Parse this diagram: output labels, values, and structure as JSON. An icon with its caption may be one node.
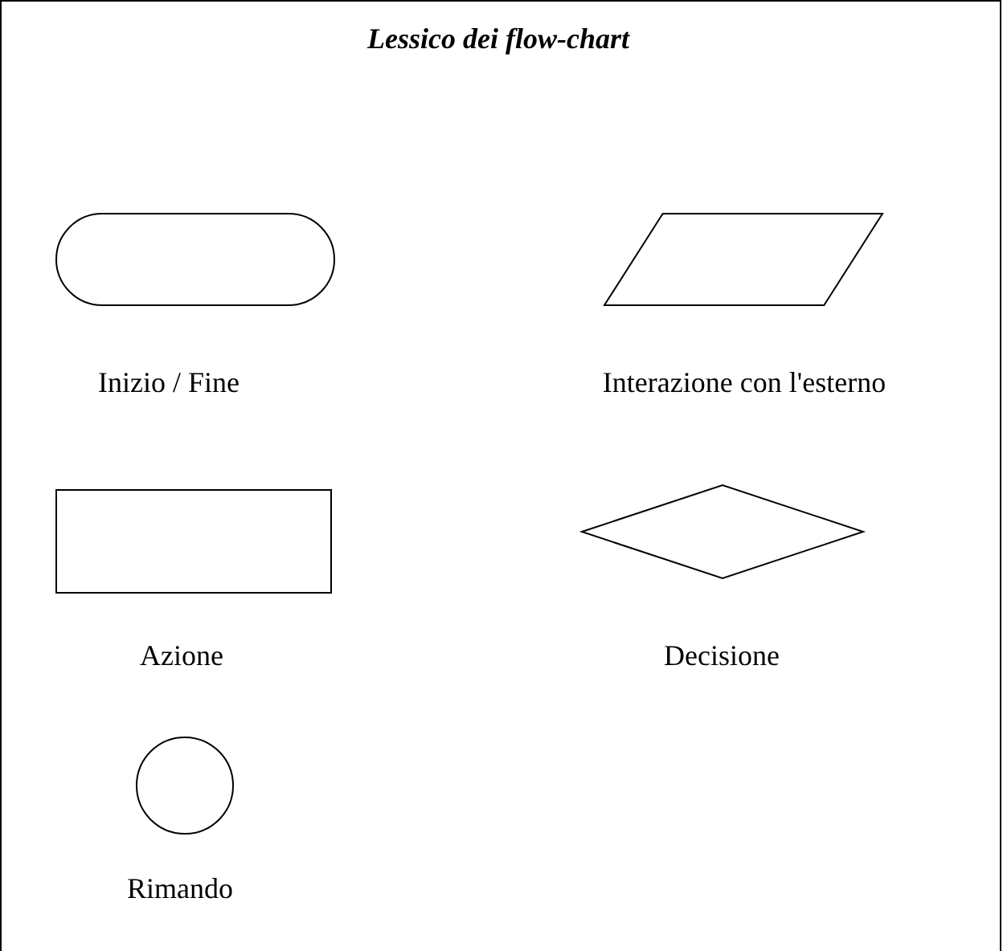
{
  "diagram": {
    "title": "Lessico dei flow-chart",
    "nodes": [
      {
        "text": [],
        "shape": "pill",
        "beside": [
          "Inizio / Fine"
        ]
      },
      {
        "text": [],
        "shape": "parallelogram",
        "beside": [
          "Interazione con l'esterno"
        ]
      },
      {
        "text": [],
        "shape": "box",
        "beside": [
          "Azione"
        ]
      },
      {
        "text": [],
        "shape": "diamond",
        "beside": [
          "Decisione"
        ]
      },
      {
        "text": [],
        "shape": "circle",
        "beside": [
          "Rimando"
        ]
      }
    ]
  }
}
